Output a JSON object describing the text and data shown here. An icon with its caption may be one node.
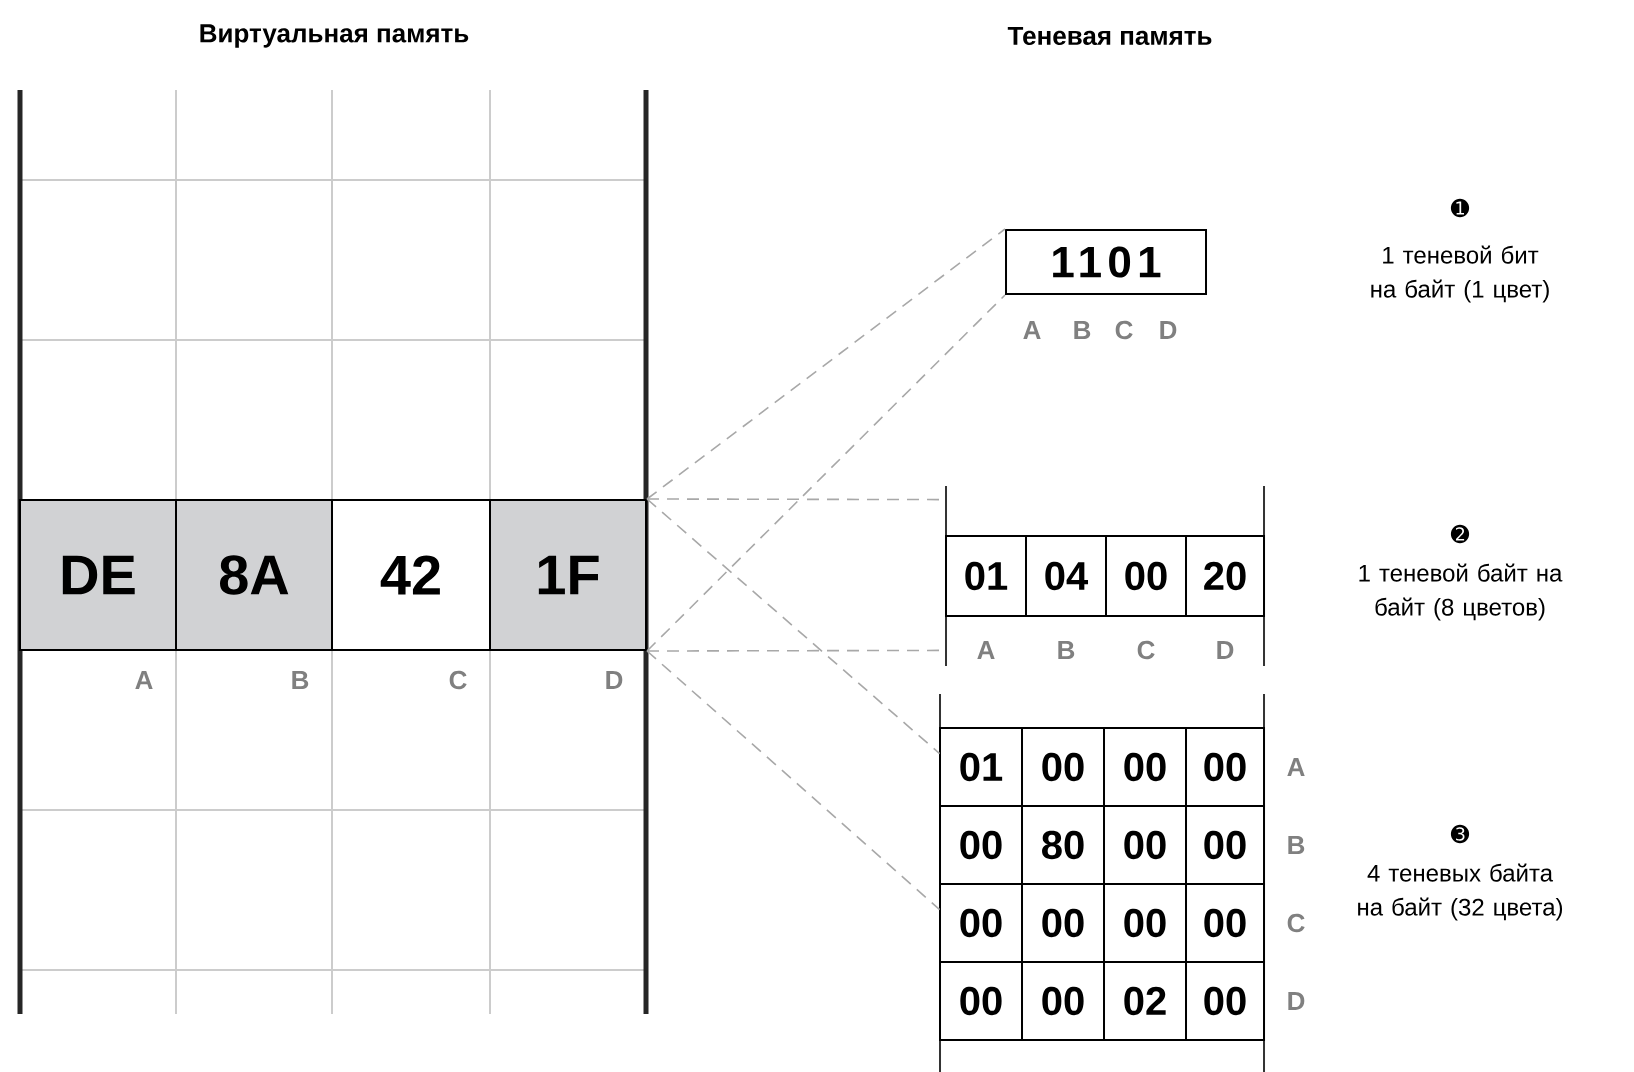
{
  "diagram": {
    "nodes": [
      {
        "text": [],
        "shape": "box"
      },
      {
        "text": [
          "DE"
        ],
        "in": 0
      },
      {
        "text": [
          "8A"
        ],
        "in": 0
      },
      {
        "text": [
          "42"
        ],
        "in": 0
      },
      {
        "text": [
          "1F"
        ],
        "in": 0
      },
      {
        "text": [
          "1101"
        ],
        "beside": [
          "A",
          "B",
          "C",
          "D"
        ]
      },
      {
        "text": [],
        "shape": "frame"
      },
      {
        "text": [
          "01"
        ],
        "in": 6,
        "beside": [
          "A"
        ]
      },
      {
        "text": [
          "04"
        ],
        "in": 6,
        "beside": [
          "B"
        ]
      },
      {
        "text": [
          "00"
        ],
        "in": 6,
        "beside": [
          "C"
        ]
      },
      {
        "text": [
          "20"
        ],
        "in": 6,
        "beside": [
          "D"
        ]
      },
      {
        "text": [],
        "shape": "frame"
      },
      {
        "text": [
          "01"
        ],
        "in": 11
      },
      {
        "text": [
          "00"
        ],
        "in": 11
      },
      {
        "text": [
          "00"
        ],
        "in": 11
      },
      {
        "text": [
          "00"
        ],
        "in": 11,
        "beside": [
          "A"
        ]
      },
      {
        "text": [
          "00"
        ],
        "in": 11
      },
      {
        "text": [
          "80"
        ],
        "in": 11
      },
      {
        "text": [
          "00"
        ],
        "in": 11
      },
      {
        "text": [
          "00"
        ],
        "in": 11,
        "beside": [
          "B"
        ]
      },
      {
        "text": [
          "00"
        ],
        "in": 11
      },
      {
        "text": [
          "00"
        ],
        "in": 11
      },
      {
        "text": [
          "00"
        ],
        "in": 11
      },
      {
        "text": [
          "00"
        ],
        "in": 11,
        "beside": [
          "C"
        ]
      },
      {
        "text": [
          "00"
        ],
        "in": 11
      },
      {
        "text": [
          "00"
        ],
        "in": 11
      },
      {
        "text": [
          "02"
        ],
        "in": 11
      },
      {
        "text": [
          "00"
        ],
        "in": 11,
        "beside": [
          "D"
        ]
      }
    ],
    "edges": [
      {
        "from": 0,
        "to": 5,
        "arrow": "none",
        "style": "dashed"
      },
      {
        "from": 0,
        "to": 5,
        "arrow": "none",
        "style": "dashed"
      },
      {
        "from": 0,
        "to": 6,
        "arrow": "none",
        "style": "dashed"
      },
      {
        "from": 0,
        "to": 6,
        "arrow": "none",
        "style": "dashed"
      },
      {
        "from": 0,
        "to": 11,
        "arrow": "none",
        "style": "dashed"
      },
      {
        "from": 0,
        "to": 11,
        "arrow": "none",
        "style": "dashed"
      }
    ],
    "labels": [
      "Виртуальная память",
      "Теневая память",
      "A",
      "B",
      "C",
      "D",
      "➊",
      "1 теневой бит на байт (1 цвет)",
      "➋",
      "1 теневой байт на байт (8 цветов)",
      "➌",
      "4 теневых байта на байт (32 цвета)"
    ]
  }
}
